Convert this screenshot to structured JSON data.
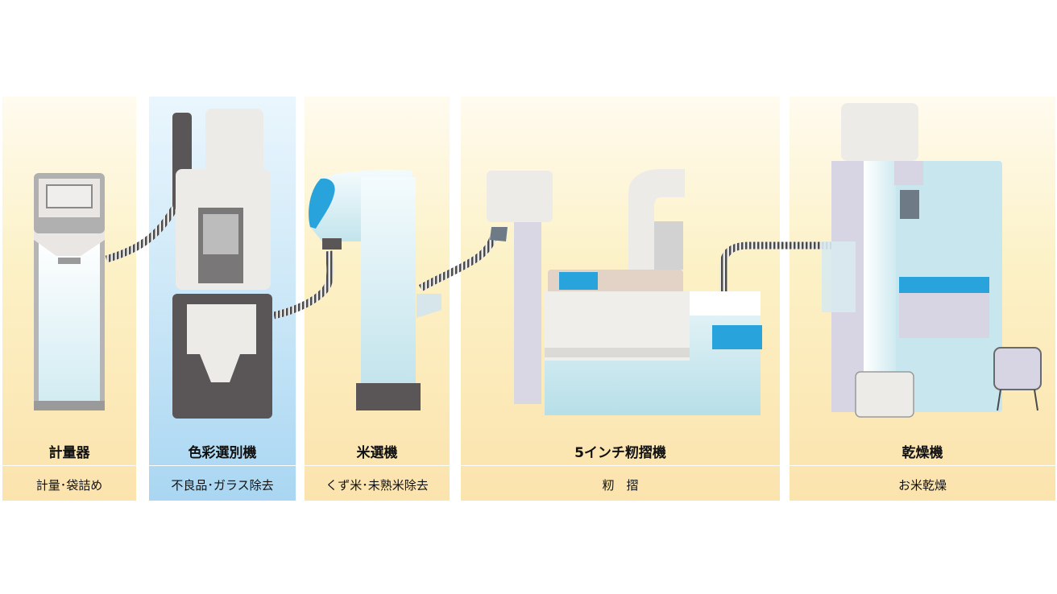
{
  "stages": [
    {
      "title": "計量器",
      "description": "計量･袋詰め"
    },
    {
      "title": "色彩選別機",
      "description": "不良品･ガラス除去"
    },
    {
      "title": "米選機",
      "description": "くず米･未熟米除去"
    },
    {
      "title": "5インチ籾摺機",
      "description": "籾　摺"
    },
    {
      "title": "乾燥機",
      "description": "お米乾燥"
    }
  ],
  "colors": {
    "warm_panel": "#fbe3ad",
    "highlight_panel": "#a9d6f2",
    "accent_blue": "#29a3db",
    "machine_grey": "#5a5657"
  }
}
